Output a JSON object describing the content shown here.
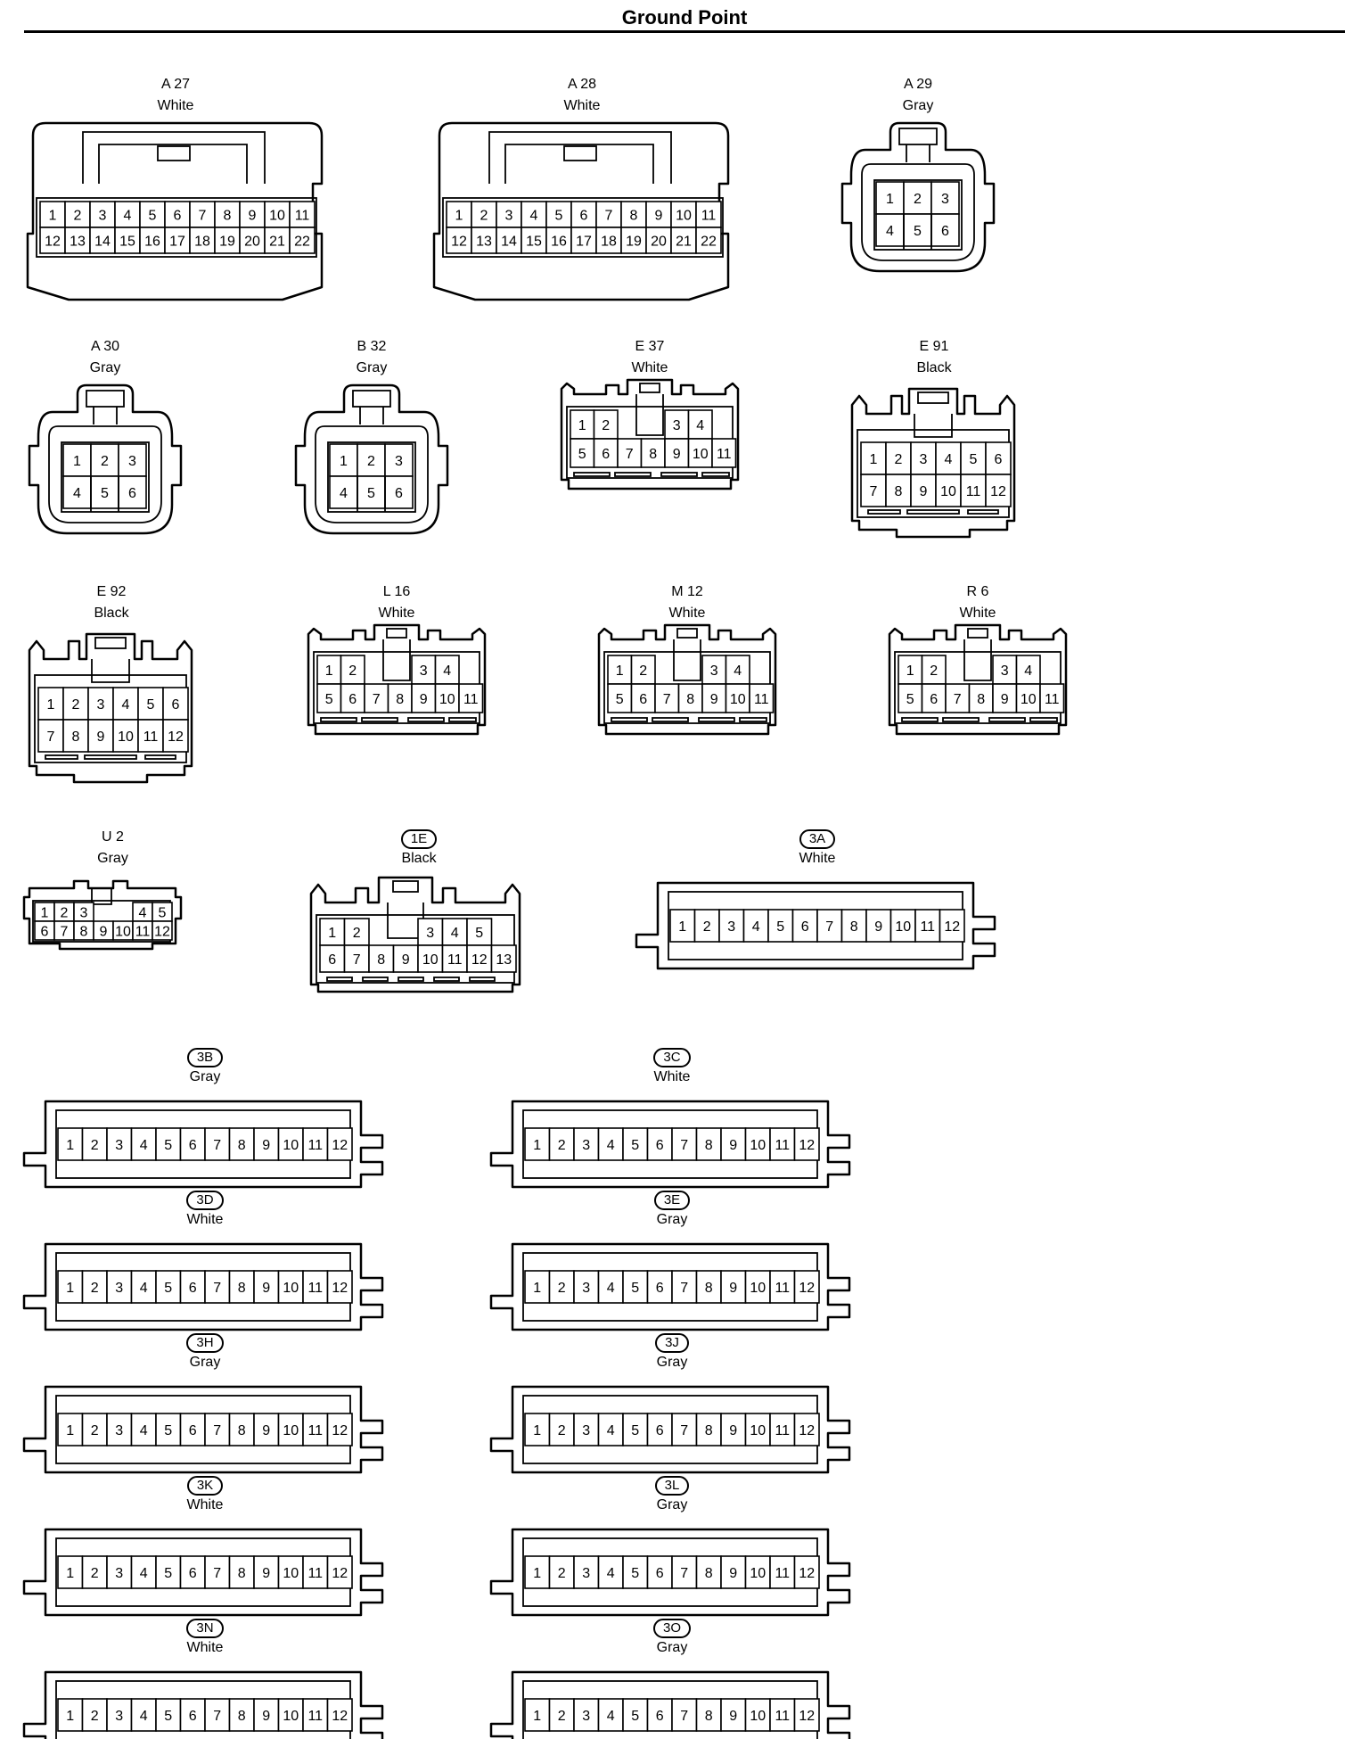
{
  "title": "Ground Point",
  "connectors": [
    {
      "id": "A 27",
      "color": "White",
      "ovalLabel": false,
      "shape": "A22",
      "rows": [
        [
          "1",
          "2",
          "3",
          "4",
          "5",
          "6",
          "7",
          "8",
          "9",
          "10",
          "11"
        ],
        [
          "12",
          "13",
          "14",
          "15",
          "16",
          "17",
          "18",
          "19",
          "20",
          "21",
          "22"
        ]
      ]
    },
    {
      "id": "A 28",
      "color": "White",
      "ovalLabel": false,
      "shape": "A22",
      "rows": [
        [
          "1",
          "2",
          "3",
          "4",
          "5",
          "6",
          "7",
          "8",
          "9",
          "10",
          "11"
        ],
        [
          "12",
          "13",
          "14",
          "15",
          "16",
          "17",
          "18",
          "19",
          "20",
          "21",
          "22"
        ]
      ]
    },
    {
      "id": "A 29",
      "color": "Gray",
      "ovalLabel": false,
      "shape": "R6",
      "rows": [
        [
          "1",
          "2",
          "3"
        ],
        [
          "4",
          "5",
          "6"
        ]
      ]
    },
    {
      "id": "A 30",
      "color": "Gray",
      "ovalLabel": false,
      "shape": "R6",
      "rows": [
        [
          "1",
          "2",
          "3"
        ],
        [
          "4",
          "5",
          "6"
        ]
      ]
    },
    {
      "id": "B 32",
      "color": "Gray",
      "ovalLabel": false,
      "shape": "R6",
      "rows": [
        [
          "1",
          "2",
          "3"
        ],
        [
          "4",
          "5",
          "6"
        ]
      ]
    },
    {
      "id": "E 37",
      "color": "White",
      "ovalLabel": false,
      "shape": "L11",
      "rows": [
        [
          "1",
          "2",
          "",
          "",
          "3",
          "4"
        ],
        [
          "5",
          "6",
          "7",
          "8",
          "9",
          "10",
          "11"
        ]
      ]
    },
    {
      "id": "E 91",
      "color": "Black",
      "ovalLabel": false,
      "shape": "E12",
      "rows": [
        [
          "1",
          "2",
          "3",
          "4",
          "5",
          "6"
        ],
        [
          "7",
          "8",
          "9",
          "10",
          "11",
          "12"
        ]
      ]
    },
    {
      "id": "E 92",
      "color": "Black",
      "ovalLabel": false,
      "shape": "E12",
      "rows": [
        [
          "1",
          "2",
          "3",
          "4",
          "5",
          "6"
        ],
        [
          "7",
          "8",
          "9",
          "10",
          "11",
          "12"
        ]
      ]
    },
    {
      "id": "L 16",
      "color": "White",
      "ovalLabel": false,
      "shape": "L11",
      "rows": [
        [
          "1",
          "2",
          "",
          "",
          "3",
          "4"
        ],
        [
          "5",
          "6",
          "7",
          "8",
          "9",
          "10",
          "11"
        ]
      ]
    },
    {
      "id": "M 12",
      "color": "White",
      "ovalLabel": false,
      "shape": "L11",
      "rows": [
        [
          "1",
          "2",
          "",
          "",
          "3",
          "4"
        ],
        [
          "5",
          "6",
          "7",
          "8",
          "9",
          "10",
          "11"
        ]
      ]
    },
    {
      "id": "R 6",
      "color": "White",
      "ovalLabel": false,
      "shape": "L11",
      "rows": [
        [
          "1",
          "2",
          "",
          "",
          "3",
          "4"
        ],
        [
          "5",
          "6",
          "7",
          "8",
          "9",
          "10",
          "11"
        ]
      ]
    },
    {
      "id": "U 2",
      "color": "Gray",
      "ovalLabel": false,
      "shape": "U12",
      "rows": [
        [
          "1",
          "2",
          "3",
          "",
          "",
          "4",
          "5"
        ],
        [
          "6",
          "7",
          "8",
          "9",
          "10",
          "11",
          "12"
        ]
      ]
    },
    {
      "id": "1E",
      "color": "Black",
      "ovalLabel": true,
      "shape": "L13",
      "rows": [
        [
          "1",
          "2",
          "",
          "",
          "3",
          "4",
          "5"
        ],
        [
          "6",
          "7",
          "8",
          "9",
          "10",
          "11",
          "12",
          "13"
        ]
      ]
    },
    {
      "id": "3A",
      "color": "White",
      "ovalLabel": true,
      "shape": "S12",
      "rows": [
        [
          "1",
          "2",
          "3",
          "4",
          "5",
          "6",
          "7",
          "8",
          "9",
          "10",
          "11",
          "12"
        ]
      ]
    },
    {
      "id": "3B",
      "color": "Gray",
      "ovalLabel": true,
      "shape": "S12",
      "rows": [
        [
          "1",
          "2",
          "3",
          "4",
          "5",
          "6",
          "7",
          "8",
          "9",
          "10",
          "11",
          "12"
        ]
      ]
    },
    {
      "id": "3C",
      "color": "White",
      "ovalLabel": true,
      "shape": "S12",
      "rows": [
        [
          "1",
          "2",
          "3",
          "4",
          "5",
          "6",
          "7",
          "8",
          "9",
          "10",
          "11",
          "12"
        ]
      ]
    },
    {
      "id": "3D",
      "color": "White",
      "ovalLabel": true,
      "shape": "S12",
      "rows": [
        [
          "1",
          "2",
          "3",
          "4",
          "5",
          "6",
          "7",
          "8",
          "9",
          "10",
          "11",
          "12"
        ]
      ]
    },
    {
      "id": "3E",
      "color": "Gray",
      "ovalLabel": true,
      "shape": "S12",
      "rows": [
        [
          "1",
          "2",
          "3",
          "4",
          "5",
          "6",
          "7",
          "8",
          "9",
          "10",
          "11",
          "12"
        ]
      ]
    },
    {
      "id": "3H",
      "color": "Gray",
      "ovalLabel": true,
      "shape": "S12",
      "rows": [
        [
          "1",
          "2",
          "3",
          "4",
          "5",
          "6",
          "7",
          "8",
          "9",
          "10",
          "11",
          "12"
        ]
      ]
    },
    {
      "id": "3J",
      "color": "Gray",
      "ovalLabel": true,
      "shape": "S12",
      "rows": [
        [
          "1",
          "2",
          "3",
          "4",
          "5",
          "6",
          "7",
          "8",
          "9",
          "10",
          "11",
          "12"
        ]
      ]
    },
    {
      "id": "3K",
      "color": "White",
      "ovalLabel": true,
      "shape": "S12",
      "rows": [
        [
          "1",
          "2",
          "3",
          "4",
          "5",
          "6",
          "7",
          "8",
          "9",
          "10",
          "11",
          "12"
        ]
      ]
    },
    {
      "id": "3L",
      "color": "Gray",
      "ovalLabel": true,
      "shape": "S12",
      "rows": [
        [
          "1",
          "2",
          "3",
          "4",
          "5",
          "6",
          "7",
          "8",
          "9",
          "10",
          "11",
          "12"
        ]
      ]
    },
    {
      "id": "3N",
      "color": "White",
      "ovalLabel": true,
      "shape": "S12",
      "rows": [
        [
          "1",
          "2",
          "3",
          "4",
          "5",
          "6",
          "7",
          "8",
          "9",
          "10",
          "11",
          "12"
        ]
      ]
    },
    {
      "id": "3O",
      "color": "Gray",
      "ovalLabel": true,
      "shape": "S12",
      "rows": [
        [
          "1",
          "2",
          "3",
          "4",
          "5",
          "6",
          "7",
          "8",
          "9",
          "10",
          "11",
          "12"
        ]
      ]
    }
  ]
}
